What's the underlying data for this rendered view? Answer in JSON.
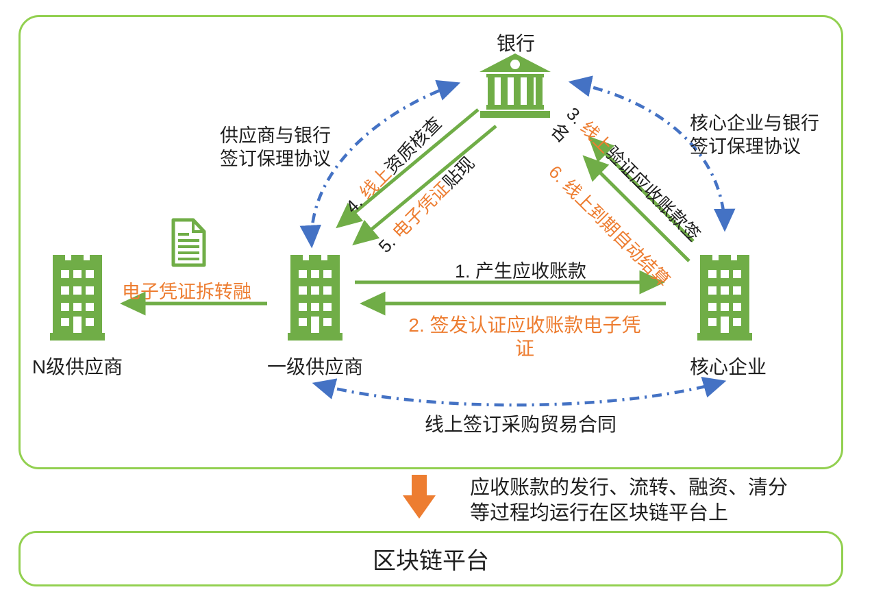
{
  "palette": {
    "green": "#70AD47",
    "border_green": "#92D050",
    "orange": "#ED7D31",
    "blue": "#4472C4",
    "text": "#1f1f1f"
  },
  "nodes": {
    "bank": {
      "label": "银行"
    },
    "n_supplier": {
      "label": "N级供应商"
    },
    "first_supplier": {
      "label": "一级供应商"
    },
    "core_enterprise": {
      "label": "核心企业"
    }
  },
  "annotations": {
    "left_agreement_line1": "供应商与银行",
    "left_agreement_line2": "签订保理协议",
    "right_agreement_line1": "核心企业与银行",
    "right_agreement_line2": "签订保理协议",
    "purchase_contract": "线上签订采购贸易合同"
  },
  "steps": {
    "step1": {
      "text": "1. 产生应收账款"
    },
    "step2": {
      "text": "2. 签发认证应收账款电子凭证"
    },
    "step3": {
      "num": "3. ",
      "highlight": "线上",
      "rest": "验证应收账款签名"
    },
    "step4": {
      "num": "4. ",
      "highlight": "线上",
      "rest": "资质核查"
    },
    "step5": {
      "num": "5. ",
      "highlight": "电子凭证",
      "rest": "贴现"
    },
    "step6": {
      "text": "6. 线上到期自动结算"
    },
    "transfer": {
      "text": "电子凭证拆转融"
    }
  },
  "footer": {
    "note_line1": "应收账款的发行、流转、融资、清分",
    "note_line2": "等过程均运行在区块链平台上",
    "platform": "区块链平台"
  },
  "icons": {
    "bank": "bank-icon",
    "building": "building-icon",
    "document": "document-icon",
    "flow_arrow": "down-arrow-icon"
  }
}
